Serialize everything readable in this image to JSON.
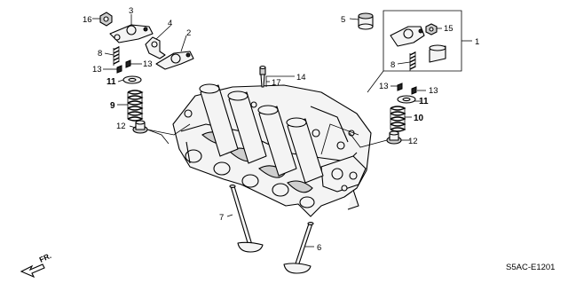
{
  "diagram": {
    "code": "S5AC-E1201",
    "direction_label": "FR.",
    "labels": {
      "p1": "1",
      "p2": "2",
      "p3": "3",
      "p4": "4",
      "p5": "5",
      "p6": "6",
      "p7": "7",
      "p8a": "8",
      "p8b": "8",
      "p9": "9",
      "p10": "10",
      "p11a": "11",
      "p11b": "11",
      "p12a": "12",
      "p12b": "12",
      "p13a": "13",
      "p13b": "13",
      "p13c": "13",
      "p13d": "13",
      "p14": "14",
      "p15": "15",
      "p16": "16",
      "p17": "17"
    }
  }
}
